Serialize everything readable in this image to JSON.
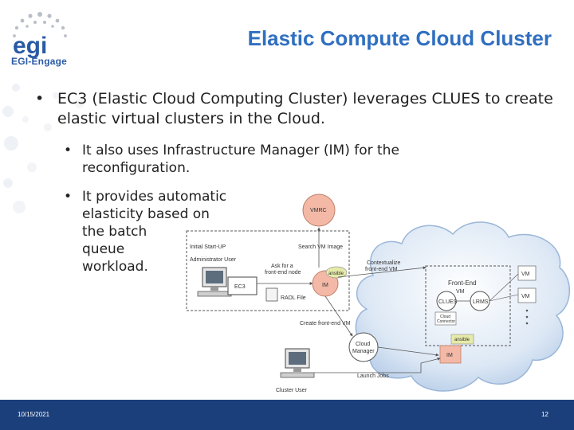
{
  "logo": {
    "org": "EGI-Engage"
  },
  "title": "Elastic Compute Cloud Cluster",
  "bullets": {
    "main": {
      "marker": "•",
      "text": "EC3 (Elastic Cloud Computing Cluster) leverages CLUES to create elastic virtual clusters in the Cloud."
    },
    "sub1": {
      "marker": "•",
      "text": "It also uses Infrastructure Manager (IM) for the reconfiguration."
    },
    "sub2": {
      "marker": "•",
      "lines": [
        "It provides automatic",
        "elasticity based on",
        "the batch",
        "queue",
        "workload."
      ]
    }
  },
  "diagram": {
    "vmrc": "VMRC",
    "search_vm_image": "Search VM Image",
    "initial_start_up": "Initial Start-UP",
    "administrator_user": "Administrator User",
    "ask_for": "Ask for a",
    "front_end_node": "front-end node",
    "ansible": "ansible",
    "ec3": "EC3",
    "im": "IM",
    "radl_file": "RADL File",
    "contextualize": "Contextualize",
    "front_end_vm_ctx": "front-end VM",
    "front_end": "Front-End",
    "vm": "VM",
    "clues": "CLUES",
    "lrms": "LRMS",
    "cloud": "Cloud",
    "connector": "Connector",
    "create_front_end_vm": "Create front-end VM",
    "cloud_manager_1": "Cloud",
    "cloud_manager_2": "Manager",
    "im_inner": "IM",
    "ansible_inner": "ansible",
    "launch_jobs": "Launch Jobs",
    "cluster_user": "Cluster User"
  },
  "footer": {
    "date": "10/15/2021",
    "page": "12"
  },
  "colors": {
    "title": "#2f6fc0",
    "footer": "#1b3f7a",
    "vmrc_fill": "#f3b9a6",
    "ansible_fill": "#e6eaa8",
    "cloud_fill": "#c9dbf0"
  }
}
